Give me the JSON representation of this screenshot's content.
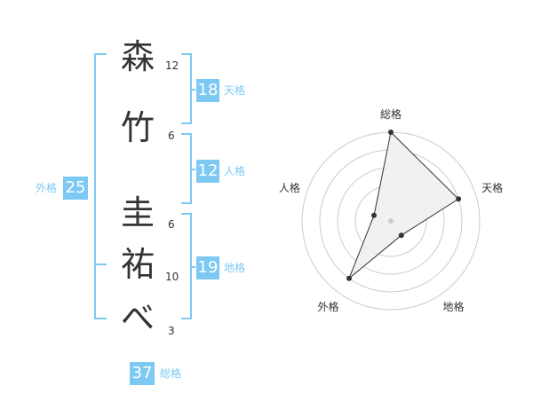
{
  "name": {
    "chars": [
      {
        "char": "森",
        "strokes": "12"
      },
      {
        "char": "竹",
        "strokes": "6"
      },
      {
        "char": "圭",
        "strokes": "6"
      },
      {
        "char": "祐",
        "strokes": "10"
      },
      {
        "char": "べ",
        "strokes": "3"
      }
    ]
  },
  "kaku": {
    "tenkaku": {
      "label": "天格",
      "value": "18"
    },
    "jinkaku": {
      "label": "人格",
      "value": "12"
    },
    "chikaku": {
      "label": "地格",
      "value": "19"
    },
    "gaikaku": {
      "label": "外格",
      "value": "25"
    },
    "soukaku": {
      "label": "総格",
      "value": "37"
    }
  },
  "colors": {
    "accent": "#7dc9f3",
    "text": "#333333",
    "radar_fill": "#f0f0f0",
    "radar_rings": "#cccccc"
  },
  "chart_data": {
    "type": "radar",
    "axes": [
      "総格",
      "天格",
      "地格",
      "外格",
      "人格"
    ],
    "values": [
      5,
      4,
      1,
      4,
      1
    ],
    "max": 5,
    "rings": 5
  }
}
